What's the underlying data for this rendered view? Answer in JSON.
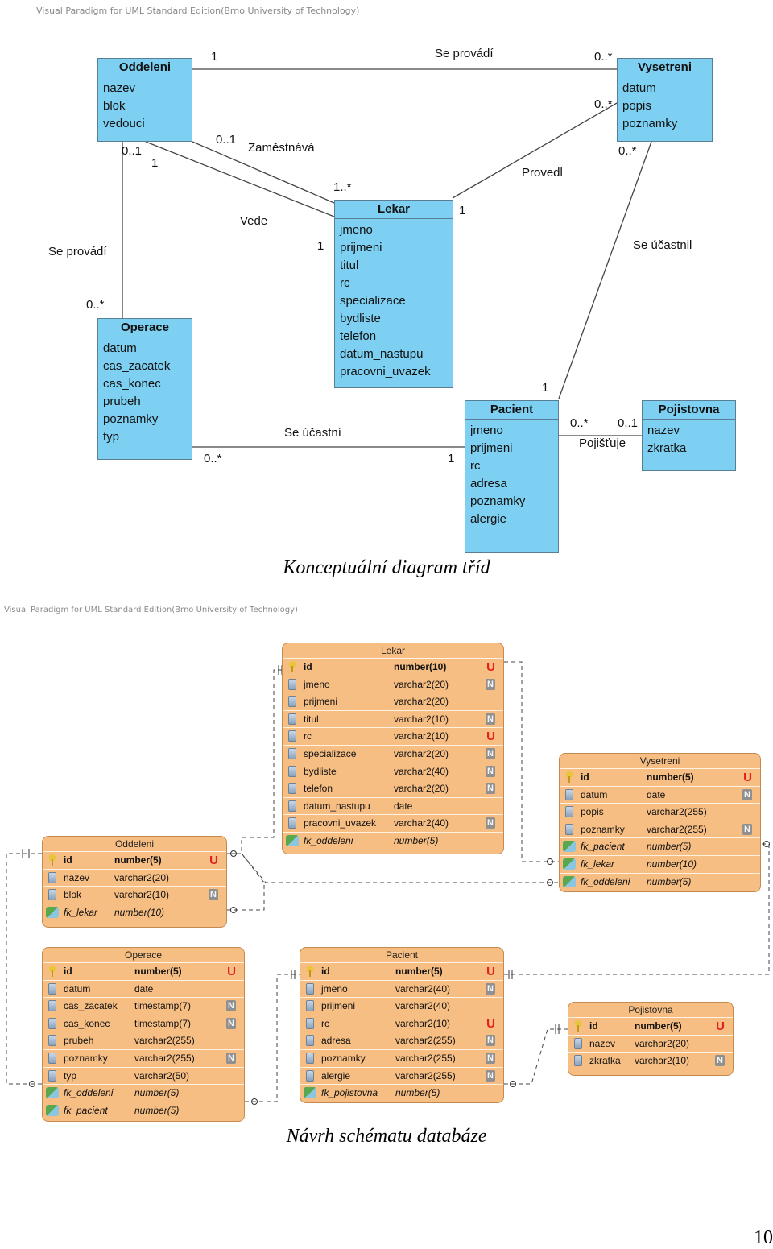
{
  "watermark": "Visual Paradigm for UML Standard Edition(Brno University of Technology)",
  "conceptual": {
    "classes": {
      "oddeleni": {
        "name": "Oddeleni",
        "attrs": [
          "nazev",
          "blok",
          "vedouci"
        ]
      },
      "vysetreni": {
        "name": "Vysetreni",
        "attrs": [
          "datum",
          "popis",
          "poznamky"
        ]
      },
      "lekar": {
        "name": "Lekar",
        "attrs": [
          "jmeno",
          "prijmeni",
          "titul",
          "rc",
          "specializace",
          "bydliste",
          "telefon",
          "datum_nastupu",
          "pracovni_uvazek"
        ]
      },
      "operace": {
        "name": "Operace",
        "attrs": [
          "datum",
          "cas_zacatek",
          "cas_konec",
          "prubeh",
          "poznamky",
          "typ"
        ]
      },
      "pacient": {
        "name": "Pacient",
        "attrs": [
          "jmeno",
          "prijmeni",
          "rc",
          "adresa",
          "poznamky",
          "alergie"
        ]
      },
      "pojistovna": {
        "name": "Pojistovna",
        "attrs": [
          "nazev",
          "zkratka"
        ]
      }
    },
    "labels": {
      "se_provadi_top": "Se provádí",
      "zamestnava": "Zaměstnává",
      "vede": "Vede",
      "se_provadi_left": "Se provádí",
      "provedl": "Provedl",
      "se_ucastnil": "Se účastnil",
      "se_ucastni": "Se účastní",
      "pojistuje": "Pojišťuje"
    },
    "multiplicities": {
      "m1": "1",
      "m2": "0..*",
      "m3": "0..*",
      "m4": "0..1",
      "m5": "1",
      "m6": "0..1",
      "m7": "1..*",
      "m8": "1",
      "m9": "1",
      "m10": "0..*",
      "m11": "0..*",
      "m12": "1",
      "m13": "0..*",
      "m14": "1",
      "m15": "0..*",
      "m16": "0..1"
    }
  },
  "caption1": "Konceptuální diagram tříd",
  "schema": {
    "tables": {
      "lekar": {
        "name": "Lekar",
        "cols": [
          {
            "n": "id",
            "t": "number(10)",
            "k": "pk",
            "f": "U"
          },
          {
            "n": "jmeno",
            "t": "varchar2(20)",
            "k": "col",
            "f": "N"
          },
          {
            "n": "prijmeni",
            "t": "varchar2(20)",
            "k": "col",
            "f": ""
          },
          {
            "n": "titul",
            "t": "varchar2(10)",
            "k": "col",
            "f": "N"
          },
          {
            "n": "rc",
            "t": "varchar2(10)",
            "k": "col",
            "f": "U"
          },
          {
            "n": "specializace",
            "t": "varchar2(20)",
            "k": "col",
            "f": "N"
          },
          {
            "n": "bydliste",
            "t": "varchar2(40)",
            "k": "col",
            "f": "N"
          },
          {
            "n": "telefon",
            "t": "varchar2(20)",
            "k": "col",
            "f": "N"
          },
          {
            "n": "datum_nastupu",
            "t": "date",
            "k": "col",
            "f": ""
          },
          {
            "n": "pracovni_uvazek",
            "t": "varchar2(40)",
            "k": "col",
            "f": "N"
          },
          {
            "n": "fk_oddeleni",
            "t": "number(5)",
            "k": "fk",
            "f": ""
          }
        ]
      },
      "vysetreni": {
        "name": "Vysetreni",
        "cols": [
          {
            "n": "id",
            "t": "number(5)",
            "k": "pk",
            "f": "U"
          },
          {
            "n": "datum",
            "t": "date",
            "k": "col",
            "f": "N"
          },
          {
            "n": "popis",
            "t": "varchar2(255)",
            "k": "col",
            "f": ""
          },
          {
            "n": "poznamky",
            "t": "varchar2(255)",
            "k": "col",
            "f": "N"
          },
          {
            "n": "fk_pacient",
            "t": "number(5)",
            "k": "fk",
            "f": ""
          },
          {
            "n": "fk_lekar",
            "t": "number(10)",
            "k": "fk",
            "f": ""
          },
          {
            "n": "fk_oddeleni",
            "t": "number(5)",
            "k": "fk",
            "f": ""
          }
        ]
      },
      "oddeleni": {
        "name": "Oddeleni",
        "cols": [
          {
            "n": "id",
            "t": "number(5)",
            "k": "pk",
            "f": "U"
          },
          {
            "n": "nazev",
            "t": "varchar2(20)",
            "k": "col",
            "f": ""
          },
          {
            "n": "blok",
            "t": "varchar2(10)",
            "k": "col",
            "f": "N"
          },
          {
            "n": "fk_lekar",
            "t": "number(10)",
            "k": "fk",
            "f": ""
          }
        ]
      },
      "operace": {
        "name": "Operace",
        "cols": [
          {
            "n": "id",
            "t": "number(5)",
            "k": "pk",
            "f": "U"
          },
          {
            "n": "datum",
            "t": "date",
            "k": "col",
            "f": ""
          },
          {
            "n": "cas_zacatek",
            "t": "timestamp(7)",
            "k": "col",
            "f": "N"
          },
          {
            "n": "cas_konec",
            "t": "timestamp(7)",
            "k": "col",
            "f": "N"
          },
          {
            "n": "prubeh",
            "t": "varchar2(255)",
            "k": "col",
            "f": ""
          },
          {
            "n": "poznamky",
            "t": "varchar2(255)",
            "k": "col",
            "f": "N"
          },
          {
            "n": "typ",
            "t": "varchar2(50)",
            "k": "col",
            "f": ""
          },
          {
            "n": "fk_oddeleni",
            "t": "number(5)",
            "k": "fk",
            "f": ""
          },
          {
            "n": "fk_pacient",
            "t": "number(5)",
            "k": "fk",
            "f": ""
          }
        ]
      },
      "pacient": {
        "name": "Pacient",
        "cols": [
          {
            "n": "id",
            "t": "number(5)",
            "k": "pk",
            "f": "U"
          },
          {
            "n": "jmeno",
            "t": "varchar2(40)",
            "k": "col",
            "f": "N"
          },
          {
            "n": "prijmeni",
            "t": "varchar2(40)",
            "k": "col",
            "f": ""
          },
          {
            "n": "rc",
            "t": "varchar2(10)",
            "k": "col",
            "f": "U"
          },
          {
            "n": "adresa",
            "t": "varchar2(255)",
            "k": "col",
            "f": "N"
          },
          {
            "n": "poznamky",
            "t": "varchar2(255)",
            "k": "col",
            "f": "N"
          },
          {
            "n": "alergie",
            "t": "varchar2(255)",
            "k": "col",
            "f": "N"
          },
          {
            "n": "fk_pojistovna",
            "t": "number(5)",
            "k": "fk",
            "f": ""
          }
        ]
      },
      "pojistovna": {
        "name": "Pojistovna",
        "cols": [
          {
            "n": "id",
            "t": "number(5)",
            "k": "pk",
            "f": "U"
          },
          {
            "n": "nazev",
            "t": "varchar2(20)",
            "k": "col",
            "f": ""
          },
          {
            "n": "zkratka",
            "t": "varchar2(10)",
            "k": "col",
            "f": "N"
          }
        ]
      }
    }
  },
  "caption2": "Návrh schématu databáze",
  "page_number": "10"
}
